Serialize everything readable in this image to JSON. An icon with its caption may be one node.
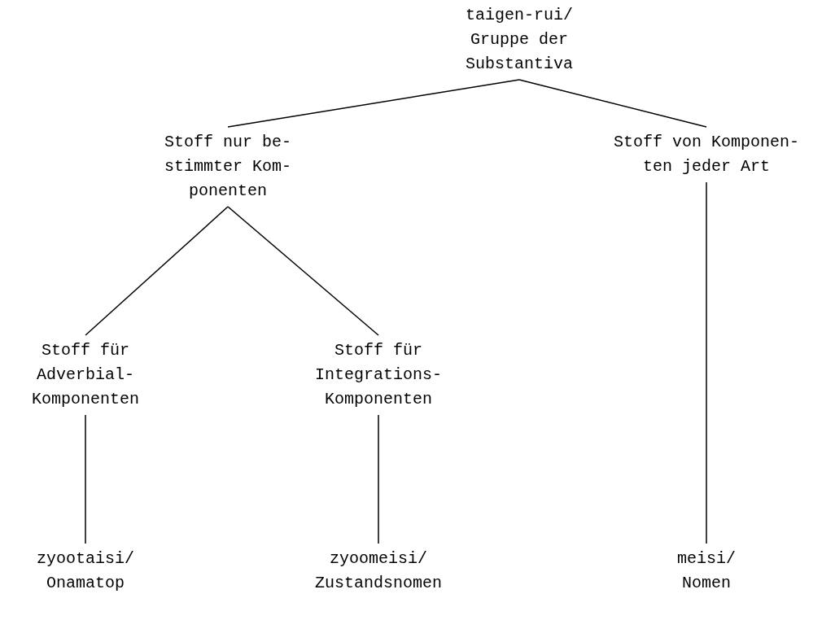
{
  "diagram": {
    "nodes": [
      {
        "text": [
          "taigen-rui/ Gruppe der Substantiva"
        ]
      },
      {
        "text": [
          "Stoff nur be- stimmter Kom- ponenten"
        ]
      },
      {
        "text": [
          "Stoff von Komponen- ten jeder Art"
        ]
      },
      {
        "text": [
          "Stoff für Adverbial- Komponenten"
        ]
      },
      {
        "text": [
          "Stoff für Integrations- Komponenten"
        ]
      },
      {
        "text": [
          "zyootaisi/ Onamatop"
        ]
      },
      {
        "text": [
          "zyoomeisi/ Zustandsnomen"
        ]
      },
      {
        "text": [
          "meisi/ Nomen"
        ]
      }
    ],
    "edges": [
      {
        "from": 0,
        "to": 1,
        "arrow": "none"
      },
      {
        "from": 0,
        "to": 2,
        "arrow": "none"
      },
      {
        "from": 1,
        "to": 3,
        "arrow": "none"
      },
      {
        "from": 1,
        "to": 4,
        "arrow": "none"
      },
      {
        "from": 3,
        "to": 5,
        "arrow": "none"
      },
      {
        "from": 4,
        "to": 6,
        "arrow": "none"
      },
      {
        "from": 2,
        "to": 7,
        "arrow": "none"
      }
    ]
  }
}
